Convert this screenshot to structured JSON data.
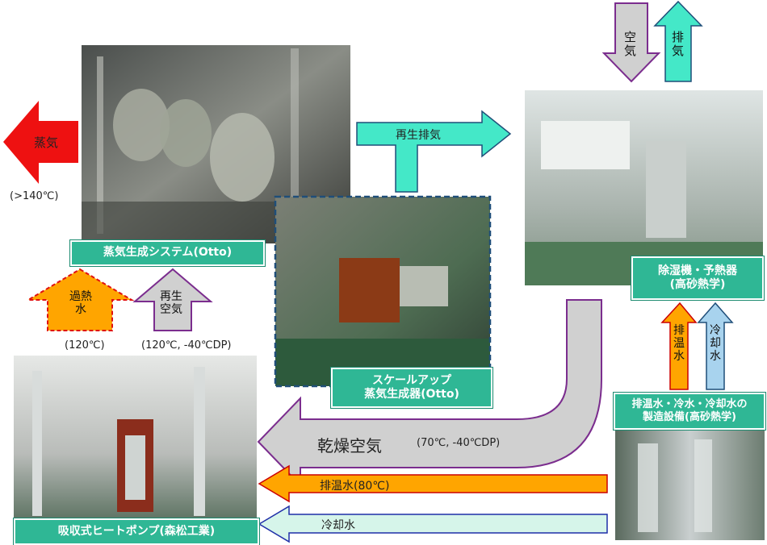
{
  "labels": {
    "steam_system": "蒸気生成システム(Otto)",
    "scaleup": "スケールアップ\n蒸気生成器(Otto)",
    "dehumidifier": "除湿機・予熱器\n(高砂熱学)",
    "water_production": "排温水・冷水・冷却水の\n製造設備(高砂熱学)",
    "heat_pump": "吸収式ヒートポンプ(森松工業)"
  },
  "arrows": {
    "steam": "蒸気",
    "steam_temp": "(>140℃)",
    "superheated": "過熱\n水",
    "superheated_temp": "(120℃)",
    "regen_air": "再生\n空気",
    "regen_air_temp": "(120℃, -40℃DP)",
    "regen_exhaust": "再生排気",
    "air_in": "空\n気",
    "exhaust_out": "排\n気",
    "waste_hot_water_v": "排\n温\n水",
    "cooling_water_v": "冷\n却\n水",
    "dry_air": "乾燥空気",
    "dry_air_cond": "(70℃, -40℃DP)",
    "waste_hot_water_h": "排温水(80℃)",
    "cooling_water_h": "冷却水"
  },
  "colors": {
    "label_green": "#2fb795",
    "teal_arrow": "#44e8c8",
    "red_arrow": "#ee1111",
    "gray_arrow": "#d0d0d0",
    "purple_outline": "#7b2d8e",
    "orange_fill": "#ffa500",
    "light_blue": "#a8d3ee",
    "pale_green": "#d6f5ea"
  }
}
